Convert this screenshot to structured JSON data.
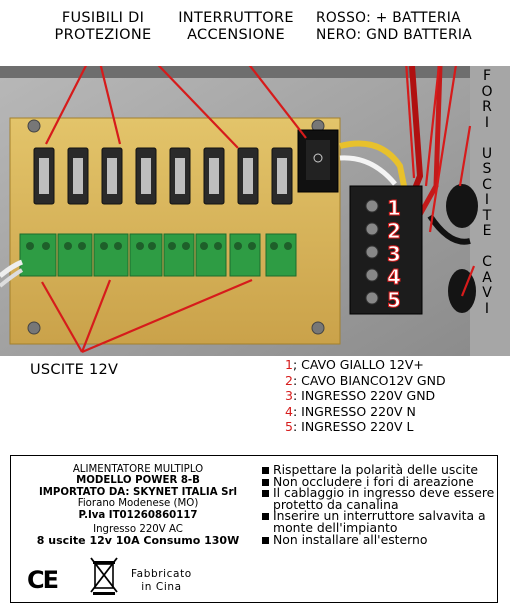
{
  "labels": {
    "fuses": [
      "FUSIBILI DI",
      "PROTEZIONE"
    ],
    "switch": [
      "INTERRUTTORE",
      "ACCENSIONE"
    ],
    "battery": [
      "ROSSO: + BATTERIA",
      "NERO: GND BATTERIA"
    ],
    "outputs": "USCITE 12V",
    "side_holes": [
      "F",
      "O",
      "R",
      "I",
      "",
      "U",
      "S",
      "C",
      "I",
      "T",
      "E",
      "",
      "C",
      "A",
      "V",
      "I"
    ]
  },
  "photo": {
    "terminal_numbers": [
      "1",
      "2",
      "3",
      "4",
      "5"
    ],
    "colors": {
      "board": "#d9b85c",
      "enclosure": "#9a9a9a",
      "terminal": "#2e9c44",
      "accent": "#d61b1b"
    }
  },
  "legend": [
    {
      "num": "1",
      "text": "; CAVO GIALLO 12V+"
    },
    {
      "num": "2",
      "text": ": CAVO BIANCO12V GND"
    },
    {
      "num": "3",
      "text": ": INGRESSO 220V GND"
    },
    {
      "num": "4",
      "text": ": INGRESSO 220V N"
    },
    {
      "num": "5",
      "text": ": INGRESSO 220V L"
    }
  ],
  "plate": {
    "left": [
      "ALIMENTATORE MULTIPLO",
      "MODELLO POWER 8-B",
      "IMPORTATO DA: SKYNET ITALIA Srl",
      "Fiorano Modenese (MO)",
      "P.Iva IT01260860117",
      "Ingresso 220V AC",
      "8 uscite 12v 10A Consumo 130W"
    ],
    "notes": [
      "Rispettare la polarità delle uscite",
      "Non occludere i fori di areazione",
      "Il cablaggio in ingresso deve essere protetto da canalina",
      "Inserire un interruttore salvavita a monte dell'impianto",
      "Non installare all'esterno"
    ],
    "ce_mark": "CE",
    "made_in": [
      "Fabbricato",
      "in Cina"
    ]
  }
}
